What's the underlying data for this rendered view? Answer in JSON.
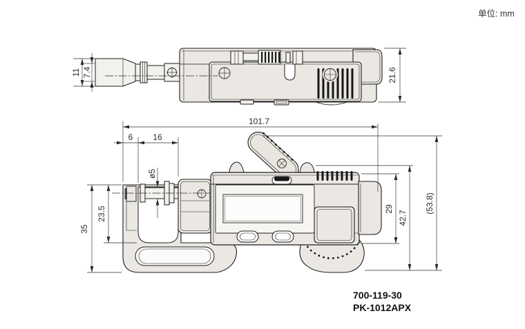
{
  "meta": {
    "unit_label": "单位: mm"
  },
  "product": {
    "order_no": "700-119-30",
    "model": "PK-1012APX"
  },
  "dims": {
    "tip_width": "11",
    "tip_face_width": "7.4",
    "body_thickness": "21.6",
    "overall_length": "101.7",
    "anvil_offset": "6",
    "opening_width": "16",
    "spindle_diameter": "ø5",
    "throat_depth": "23.5",
    "frame_height": "35",
    "display_height": "29",
    "body_height": "42.7",
    "overall_height": "(53.8)"
  }
}
